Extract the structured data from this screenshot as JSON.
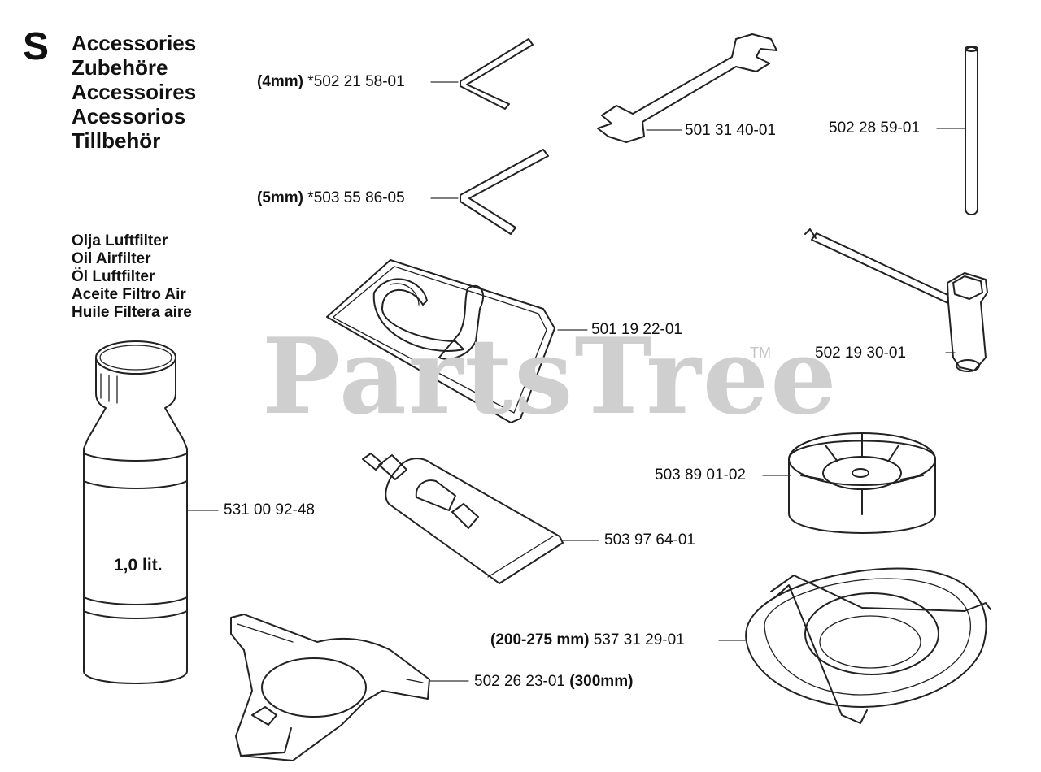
{
  "section_letter": "S",
  "headings": [
    "Accessories",
    "Zubehöre",
    "Accessoires",
    "Acessorios",
    "Tillbehör"
  ],
  "oil_filter_headings": [
    "Olja Luftfilter",
    "Oil Airfilter",
    "Öl Luftfilter",
    "Aceite Filtro Air",
    "Huile Filtera aire"
  ],
  "watermark": {
    "text": "PartsTree",
    "tm": "TM"
  },
  "bottle_label": "1,0 lit.",
  "parts": [
    {
      "size": "(4mm)",
      "number": "*502 21 58-01",
      "name": "hex-key-4mm"
    },
    {
      "size": "(5mm)",
      "number": "*503 55 86-05",
      "name": "hex-key-5mm"
    },
    {
      "size": "",
      "number": "501 31 40-01",
      "name": "open-end-wrench"
    },
    {
      "size": "",
      "number": "502 28 59-01",
      "name": "rod-pin"
    },
    {
      "size": "",
      "number": "501 19 22-01",
      "name": "harness-strap"
    },
    {
      "size": "",
      "number": "502 19 30-01",
      "name": "combination-spanner"
    },
    {
      "size": "",
      "number": "531 00 92-48",
      "name": "oil-bottle"
    },
    {
      "size": "",
      "number": "503 97 64-01",
      "name": "grease-tube"
    },
    {
      "size": "",
      "number": "503 89 01-02",
      "name": "support-cup"
    },
    {
      "size": "(200-275 mm)",
      "number": "537 31 29-01",
      "name": "blade-guard-round"
    },
    {
      "size": "(300mm)",
      "number": "502 26 23-01",
      "name": "blade-guard-tri"
    }
  ]
}
